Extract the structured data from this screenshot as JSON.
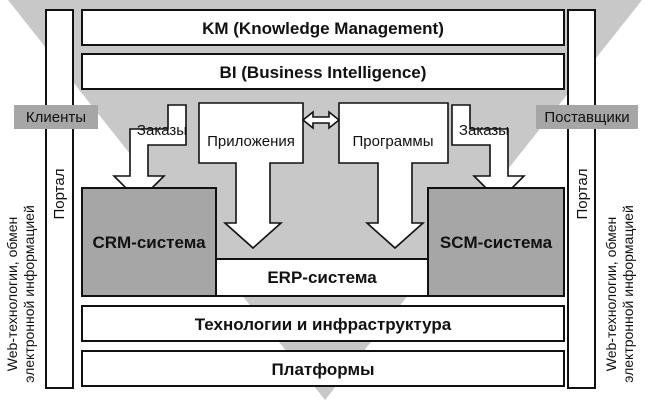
{
  "layers": {
    "km": "KM (Knowledge Management)",
    "bi": "BI (Business Intelligence)",
    "erp": "ERP-система",
    "tech": "Технологии и инфраструктура",
    "platforms": "Платформы"
  },
  "systems": {
    "crm": "CRM-система",
    "scm": "SCM-система"
  },
  "sides": {
    "clients": "Клиенты",
    "suppliers": "Поставщики",
    "portal_left": "Портал",
    "portal_right": "Портал",
    "web_line1": "Web-технологии, обмен",
    "web_line2": "электронной информацией"
  },
  "flows": {
    "orders_left": "Заказы",
    "orders_right": "Заказы",
    "applications": "Приложения",
    "programs": "Программы"
  },
  "colors": {
    "background_triangle": "#c8c8c8",
    "system_fill": "#a6a6a6",
    "label_fill": "#a6a6a6"
  }
}
